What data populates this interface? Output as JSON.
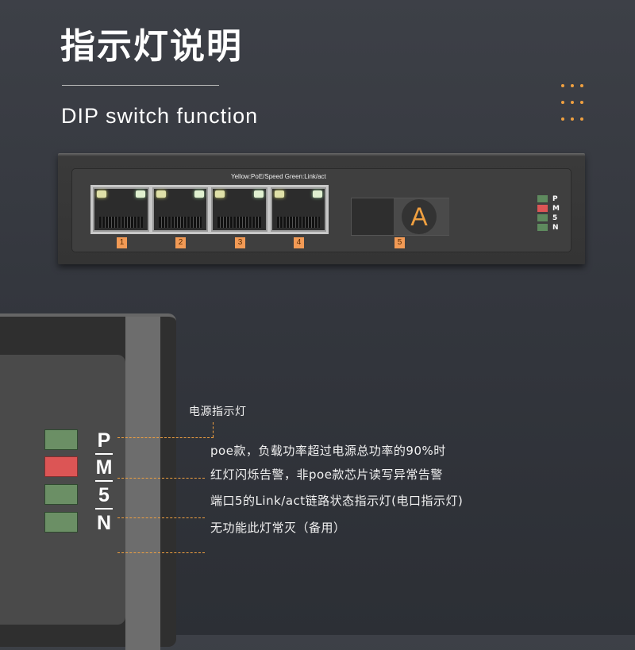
{
  "header": {
    "title": "指示灯说明",
    "subtitle": "DIP switch function"
  },
  "device": {
    "legend": "Yellow:PoE/Speed   Green:Link/act",
    "port_labels": [
      "1",
      "2",
      "3",
      "4",
      "5"
    ],
    "sfp_badge": "A",
    "led_labels": [
      "P",
      "M",
      "5",
      "N"
    ]
  },
  "callout": {
    "led_labels": [
      "P",
      "M",
      "5",
      "N"
    ],
    "notes": {
      "power": "电源指示灯",
      "m_line1": "poe款，负载功率超过电源总功率的90%时",
      "m_line2": "红灯闪烁告警，非poe款芯片读写异常告警",
      "port5": "端口5的Link/act链路状态指示灯(电口指示灯)",
      "n": "无功能此灯常灭（备用）"
    }
  },
  "colors": {
    "accent": "#f0a040",
    "led_green": "#6b8f65",
    "led_red": "#dc5555"
  }
}
